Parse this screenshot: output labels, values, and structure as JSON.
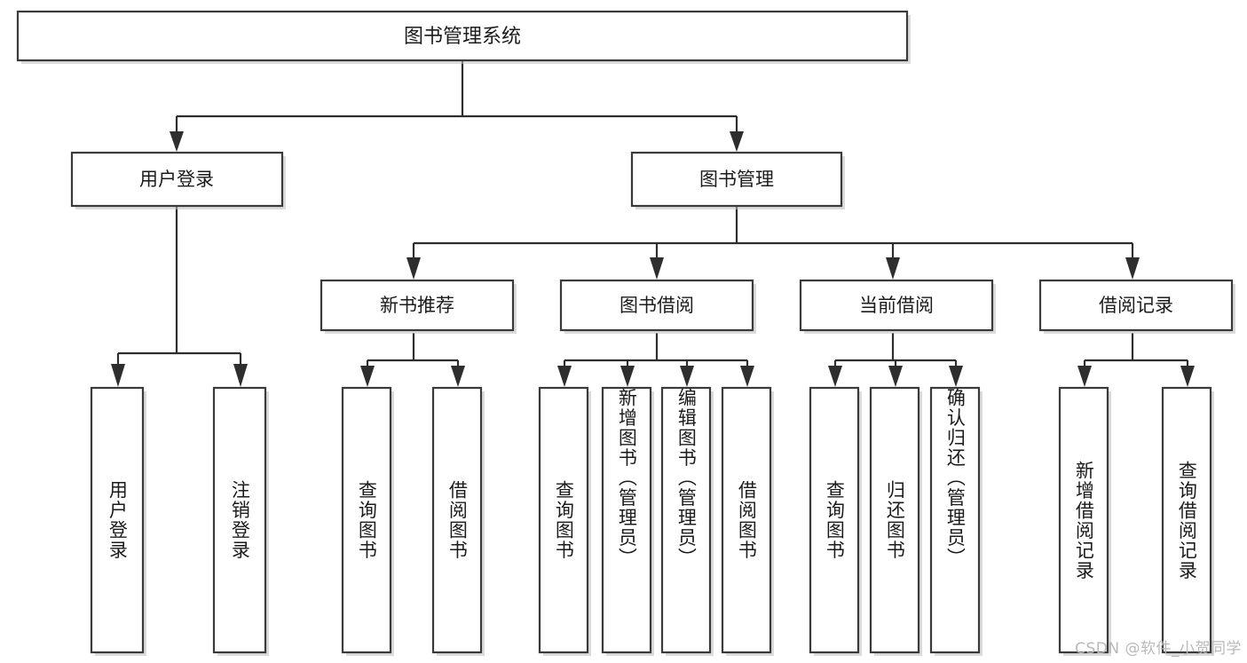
{
  "diagram": {
    "type": "tree",
    "title": "图书管理系统",
    "root": {
      "id": "root",
      "label": "图书管理系统",
      "orientation": "horizontal"
    },
    "level2": [
      {
        "id": "user-login",
        "label": "用户登录",
        "orientation": "horizontal"
      },
      {
        "id": "book-management",
        "label": "图书管理",
        "orientation": "horizontal"
      }
    ],
    "level3": [
      {
        "id": "new-book-recommend",
        "label": "新书推荐",
        "orientation": "horizontal",
        "parent": "book-management"
      },
      {
        "id": "book-borrow",
        "label": "图书借阅",
        "orientation": "horizontal",
        "parent": "book-management"
      },
      {
        "id": "current-borrow",
        "label": "当前借阅",
        "orientation": "horizontal",
        "parent": "book-management"
      },
      {
        "id": "borrow-record",
        "label": "借阅记录",
        "orientation": "horizontal",
        "parent": "book-management"
      }
    ],
    "leaves": [
      {
        "id": "leaf-user-login",
        "label": "用户登录",
        "parent": "user-login",
        "orientation": "vertical"
      },
      {
        "id": "leaf-user-logout",
        "label": "注销登录",
        "parent": "user-login",
        "orientation": "vertical"
      },
      {
        "id": "leaf-query-book-1",
        "label": "查询图书",
        "parent": "new-book-recommend",
        "orientation": "vertical"
      },
      {
        "id": "leaf-borrow-book-1",
        "label": "借阅图书",
        "parent": "new-book-recommend",
        "orientation": "vertical"
      },
      {
        "id": "leaf-query-book-2",
        "label": "查询图书",
        "parent": "book-borrow",
        "orientation": "vertical"
      },
      {
        "id": "leaf-add-book",
        "label": "新增图书（管理员）",
        "parent": "book-borrow",
        "orientation": "vertical"
      },
      {
        "id": "leaf-edit-book",
        "label": "编辑图书（管理员）",
        "parent": "book-borrow",
        "orientation": "vertical"
      },
      {
        "id": "leaf-borrow-book-2",
        "label": "借阅图书",
        "parent": "book-borrow",
        "orientation": "vertical"
      },
      {
        "id": "leaf-query-book-3",
        "label": "查询图书",
        "parent": "current-borrow",
        "orientation": "vertical"
      },
      {
        "id": "leaf-return-book",
        "label": "归还图书",
        "parent": "current-borrow",
        "orientation": "vertical"
      },
      {
        "id": "leaf-confirm-return",
        "label": "确认归还（管理员）",
        "parent": "current-borrow",
        "orientation": "vertical"
      },
      {
        "id": "leaf-add-record",
        "label": "新增借阅记录",
        "parent": "borrow-record",
        "orientation": "vertical"
      },
      {
        "id": "leaf-query-record",
        "label": "查询借阅记录",
        "parent": "borrow-record",
        "orientation": "vertical"
      }
    ],
    "colors": {
      "box_fill": "#ffffff",
      "box_stroke": "#3a3a3a",
      "connector": "#2e2e2e",
      "text": "#1b1b1b",
      "background": "#ffffff",
      "watermark": "#b9b9b9"
    }
  },
  "watermark": {
    "text": "CSDN @软件_小贺同学"
  }
}
